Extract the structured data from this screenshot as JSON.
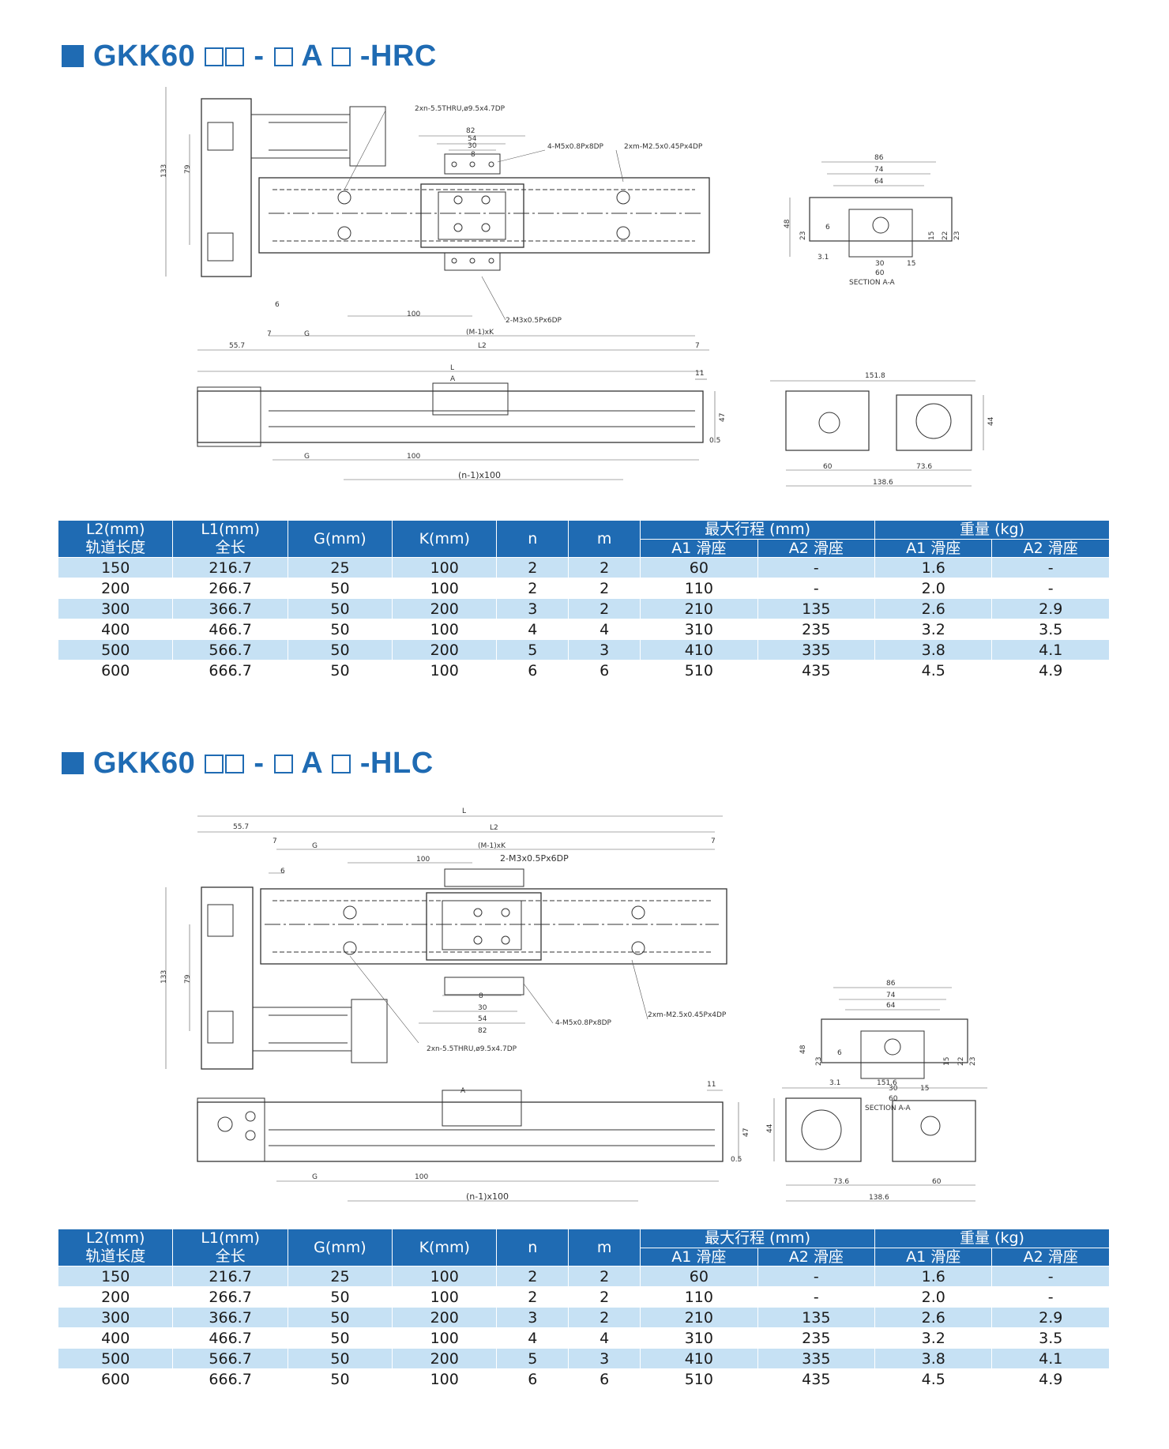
{
  "sections": [
    {
      "title": {
        "prefix": "GKK60",
        "mid": "-",
        "a": "A",
        "suffix": "-HRC"
      },
      "drawing": {
        "notes": [
          "2xn-5.5THRU,ø9.5x4.7DP",
          "4-M5x0.8Px8DP",
          "2xm-M2.5x0.45Px4DP",
          "2-M3x0.5Px6DP"
        ],
        "dims": [
          "133",
          "79",
          "82",
          "54",
          "30",
          "8",
          "6",
          "100",
          "7",
          "55.7",
          "G",
          "(M-1)xK",
          "L2",
          "L",
          "11",
          "47",
          "0.5",
          "(n-1)x100",
          "A"
        ],
        "section_dims": [
          "86",
          "74",
          "64",
          "48",
          "23",
          "6",
          "15",
          "22",
          "23",
          "3.1",
          "30",
          "15",
          "60"
        ],
        "section_label": "SECTION A-A",
        "end_dims": [
          "151.8",
          "44",
          "60",
          "73.6",
          "138.6"
        ]
      },
      "table": {
        "header1": [
          "L2(mm)",
          "L1(mm)",
          "G(mm)",
          "K(mm)",
          "n",
          "m",
          "最大行程 (mm)",
          "重量 (kg)"
        ],
        "header1_sub": [
          "轨道长度",
          "全长"
        ],
        "header2": [
          "A1 滑座",
          "A2 滑座",
          "A1 滑座",
          "A2 滑座"
        ],
        "rows": [
          [
            "150",
            "216.7",
            "25",
            "100",
            "2",
            "2",
            "60",
            "-",
            "1.6",
            "-"
          ],
          [
            "200",
            "266.7",
            "50",
            "100",
            "2",
            "2",
            "110",
            "-",
            "2.0",
            "-"
          ],
          [
            "300",
            "366.7",
            "50",
            "200",
            "3",
            "2",
            "210",
            "135",
            "2.6",
            "2.9"
          ],
          [
            "400",
            "466.7",
            "50",
            "100",
            "4",
            "4",
            "310",
            "235",
            "3.2",
            "3.5"
          ],
          [
            "500",
            "566.7",
            "50",
            "200",
            "5",
            "3",
            "410",
            "335",
            "3.8",
            "4.1"
          ],
          [
            "600",
            "666.7",
            "50",
            "100",
            "6",
            "6",
            "510",
            "435",
            "4.5",
            "4.9"
          ]
        ]
      }
    },
    {
      "title": {
        "prefix": "GKK60",
        "mid": "-",
        "a": "A",
        "suffix": "-HLC"
      },
      "drawing": {
        "notes": [
          "2-M3x0.5Px6DP",
          "4-M5x0.8Px8DP",
          "2xm-M2.5x0.45Px4DP",
          "2xn-5.5THRU,ø9.5x4.7DP"
        ],
        "dims": [
          "55.7",
          "L",
          "L2",
          "7",
          "G",
          "(M-1)xK",
          "100",
          "6",
          "133",
          "79",
          "8",
          "30",
          "54",
          "82",
          "11",
          "47",
          "0.5",
          "100",
          "(n-1)x100",
          "A"
        ],
        "section_dims": [
          "86",
          "74",
          "64",
          "48",
          "23",
          "6",
          "15",
          "22",
          "23",
          "3.1",
          "30",
          "15",
          "60"
        ],
        "section_label": "SECTION A-A",
        "end_dims": [
          "151.6",
          "44",
          "73.6",
          "60",
          "138.6"
        ]
      },
      "table": {
        "header1": [
          "L2(mm)",
          "L1(mm)",
          "G(mm)",
          "K(mm)",
          "n",
          "m",
          "最大行程 (mm)",
          "重量 (kg)"
        ],
        "header1_sub": [
          "轨道长度",
          "全长"
        ],
        "header2": [
          "A1 滑座",
          "A2 滑座",
          "A1 滑座",
          "A2 滑座"
        ],
        "rows": [
          [
            "150",
            "216.7",
            "25",
            "100",
            "2",
            "2",
            "60",
            "-",
            "1.6",
            "-"
          ],
          [
            "200",
            "266.7",
            "50",
            "100",
            "2",
            "2",
            "110",
            "-",
            "2.0",
            "-"
          ],
          [
            "300",
            "366.7",
            "50",
            "200",
            "3",
            "2",
            "210",
            "135",
            "2.6",
            "2.9"
          ],
          [
            "400",
            "466.7",
            "50",
            "100",
            "4",
            "4",
            "310",
            "235",
            "3.2",
            "3.5"
          ],
          [
            "500",
            "566.7",
            "50",
            "200",
            "5",
            "3",
            "410",
            "335",
            "3.8",
            "4.1"
          ],
          [
            "600",
            "666.7",
            "50",
            "100",
            "6",
            "6",
            "510",
            "435",
            "4.5",
            "4.9"
          ]
        ]
      }
    }
  ],
  "colors": {
    "accent": "#1f6bb3",
    "row_tint": "#c6e1f4"
  }
}
